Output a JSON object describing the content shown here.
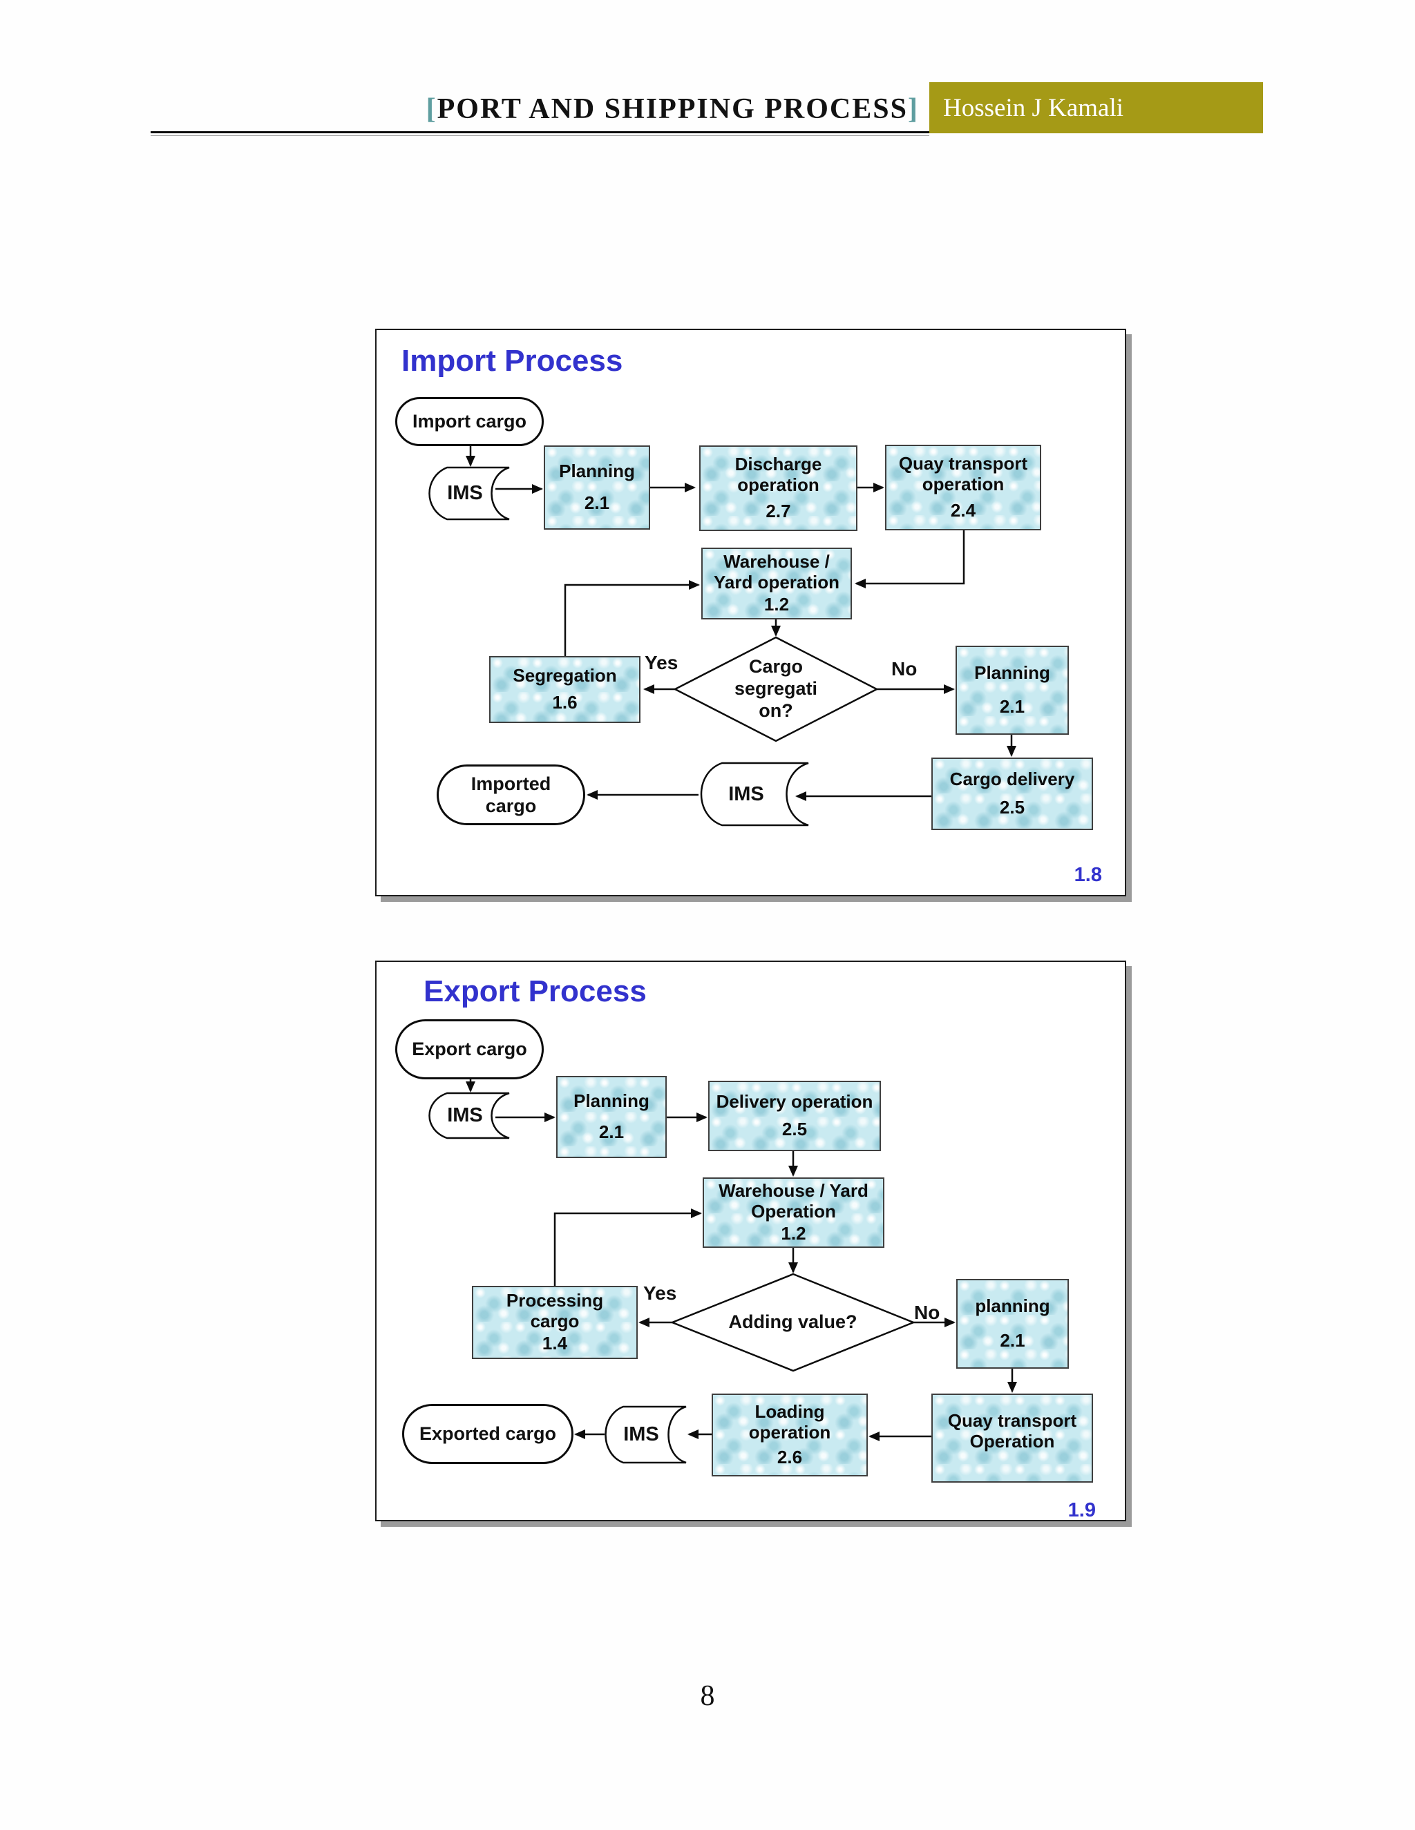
{
  "header": {
    "bracket_open": "[",
    "title": "PORT AND SHIPPING PROCESS",
    "bracket_close": "]",
    "author": "Hossein J Kamali"
  },
  "page_number": "8",
  "colors": {
    "accent_blue": "#3232cd",
    "header_gold": "#a59a16",
    "bracket_teal": "#5f9ea0",
    "process_box_fill": "#c9eaf1"
  },
  "import": {
    "title": "Import Process",
    "figure_number": "1.8",
    "yes_label": "Yes",
    "no_label": "No",
    "nodes": {
      "start": "Import cargo",
      "ims_in": "IMS",
      "planning_a": {
        "label": "Planning",
        "num": "2.1"
      },
      "discharge": {
        "label": "Discharge\noperation",
        "num": "2.7"
      },
      "quay": {
        "label": "Quay transport\noperation",
        "num": "2.4"
      },
      "warehouse": {
        "label": "Warehouse /\nYard operation",
        "num": "1.2"
      },
      "decision": "Cargo\nsegregati\non?",
      "segregation": {
        "label": "Segregation",
        "num": "1.6"
      },
      "planning_b": {
        "label": "Planning",
        "num": "2.1"
      },
      "cargo_delivery": {
        "label": "Cargo delivery",
        "num": "2.5"
      },
      "ims_out": "IMS",
      "end": "Imported\ncargo"
    }
  },
  "export": {
    "title": "Export Process",
    "figure_number": "1.9",
    "yes_label": "Yes",
    "no_label": "No",
    "nodes": {
      "start": "Export cargo",
      "ims_in": "IMS",
      "planning_a": {
        "label": "Planning",
        "num": "2.1"
      },
      "delivery": {
        "label": "Delivery operation",
        "num": "2.5"
      },
      "warehouse": {
        "label": "Warehouse / Yard\nOperation",
        "num": "1.2"
      },
      "decision": "Adding value?",
      "processing": {
        "label": "Processing\ncargo",
        "num": "1.4"
      },
      "planning_b": {
        "label": "planning",
        "num": "2.1"
      },
      "quay": {
        "label": "Quay transport\nOperation",
        "num": ""
      },
      "loading": {
        "label": "Loading\noperation",
        "num": "2.6"
      },
      "ims_out": "IMS",
      "end": "Exported cargo"
    }
  }
}
